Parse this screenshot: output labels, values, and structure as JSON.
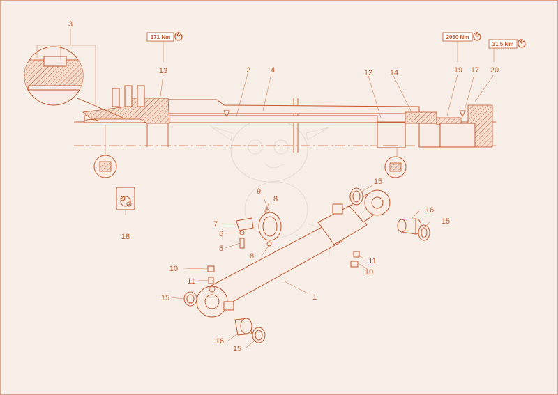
{
  "colors": {
    "line": "#c0582e",
    "background": "#f7efe7"
  },
  "icons": {
    "torque": "wrench-icon",
    "watermark": "dragon-mascot-watermark"
  },
  "torque_labels": {
    "t1": "171 Nm",
    "t2": "2050 Nm",
    "t3": "31,5 Nm"
  },
  "callouts": {
    "c3": "3",
    "c13": "13",
    "c2": "2",
    "c4": "4",
    "c12": "12",
    "c14": "14",
    "c19": "19",
    "c17": "17",
    "c20": "20",
    "c18": "18",
    "c9": "9",
    "c8a": "8",
    "c7": "7",
    "c6": "6",
    "c5": "5",
    "c8b": "8",
    "c15a": "15",
    "c16a": "16",
    "c15b": "15",
    "c10a": "10",
    "c11a": "11",
    "c15c": "15",
    "c1": "1",
    "c16b": "16",
    "c15d": "15",
    "c11b": "11",
    "c10b": "10"
  }
}
